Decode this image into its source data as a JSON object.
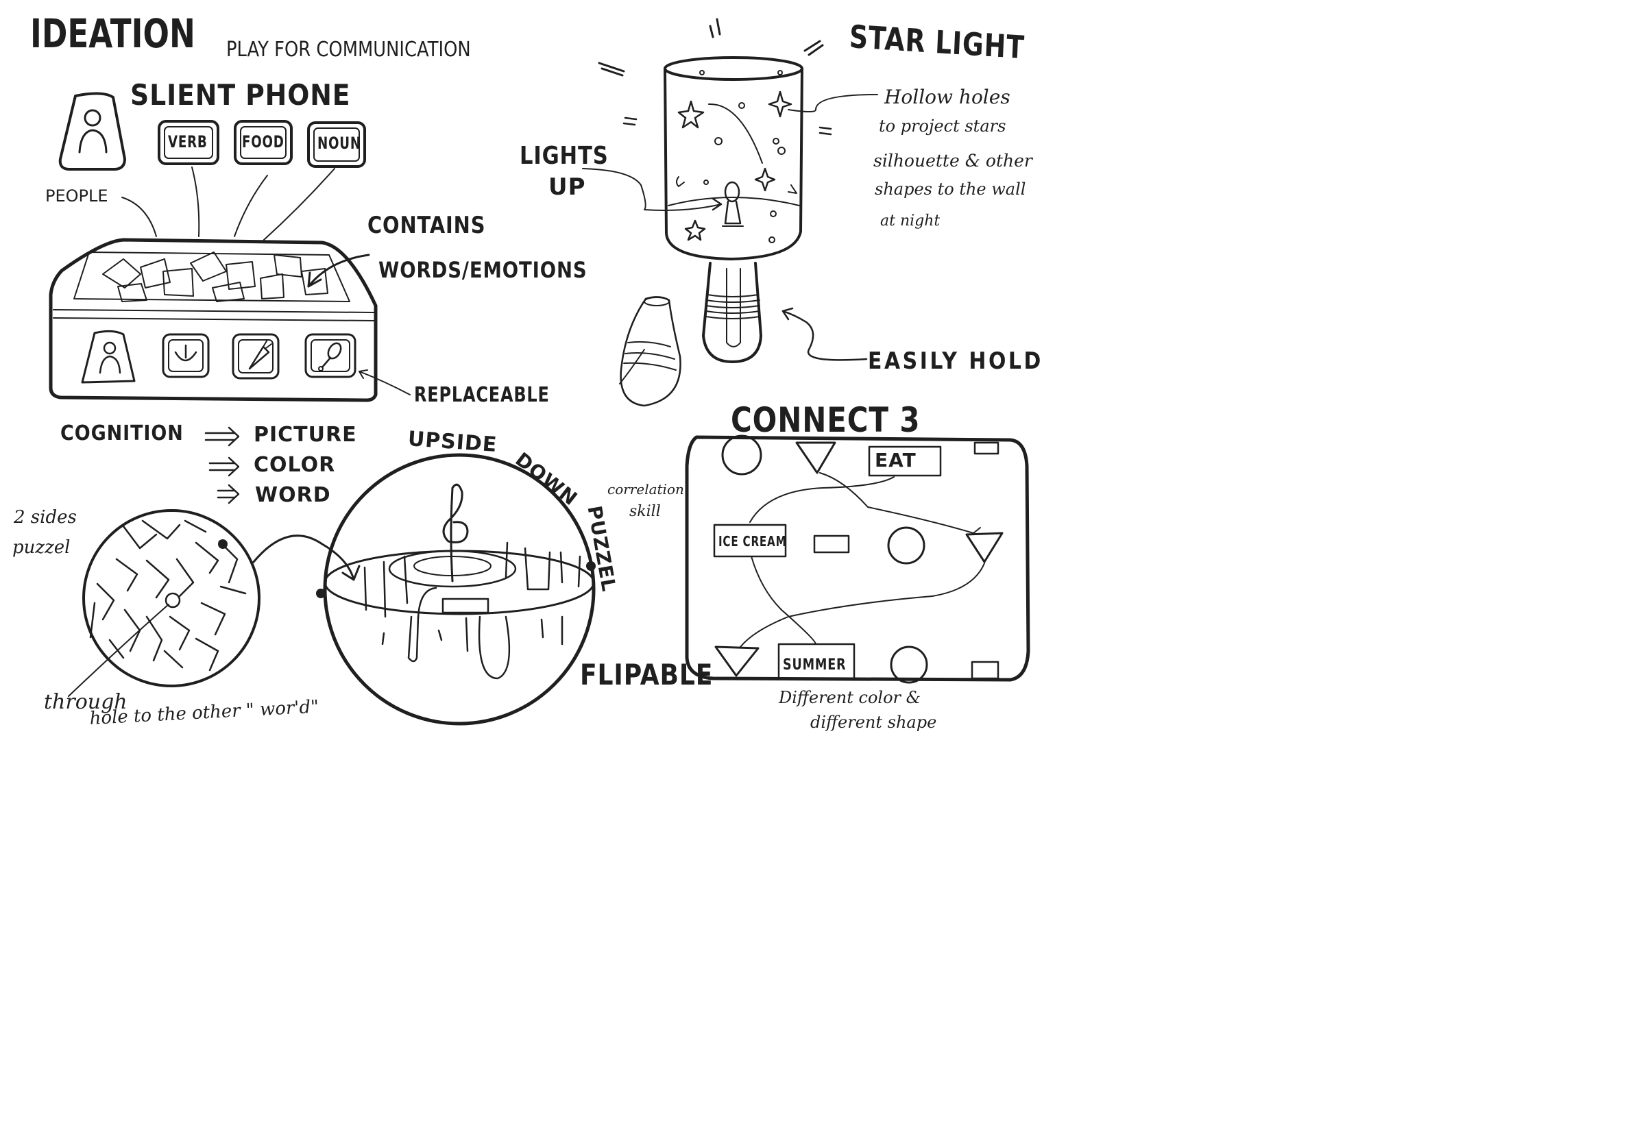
{
  "header": {
    "title": "IDEATION",
    "subtitle": "PLAY FOR COMMUNICATION"
  },
  "silent_phone": {
    "title": "SLIENT PHONE",
    "card_labels": [
      "VERB",
      "FOOD",
      "NOUN"
    ],
    "people_label": "PEOPLE",
    "contains_line1": "CONTAINS",
    "contains_line2": "WORDS/EMOTIONS",
    "replaceable_label": "REPLACEABLE"
  },
  "cognition": {
    "label": "COGNITION",
    "items": [
      "PICTURE",
      "COLOR",
      "WORD"
    ]
  },
  "starlight": {
    "title": "STAR LIGHT",
    "lights_up_line1": "LIGHTS",
    "lights_up_line2": "UP",
    "note_lines": [
      "Hollow holes",
      "to project stars",
      "silhouette & other",
      "shapes to the wall",
      "at night"
    ],
    "hold_label": "EASILY HOLD"
  },
  "puzzle": {
    "two_sides_line1": "2 sides",
    "two_sides_line2": "puzzel",
    "through_line1": "through",
    "through_line2": "hole  to the other \" wor'd\"",
    "arc_label_1": "UPSIDE",
    "arc_label_2": "DOWN",
    "arc_label_3": "PUZZEL"
  },
  "connect3": {
    "title": "CONNECT 3",
    "skill_line1": "correlation",
    "skill_line2": "skill",
    "cards": [
      "EAT",
      "ICE CREAM",
      "SUMMER"
    ],
    "flipable_label": "FLIPABLE",
    "note_line1": "Different color &",
    "note_line2": "different shape"
  },
  "icons": [
    "person-icon",
    "smile-icon",
    "carrot-icon",
    "drumstick-icon",
    "star-icon",
    "treble-clef-icon"
  ]
}
